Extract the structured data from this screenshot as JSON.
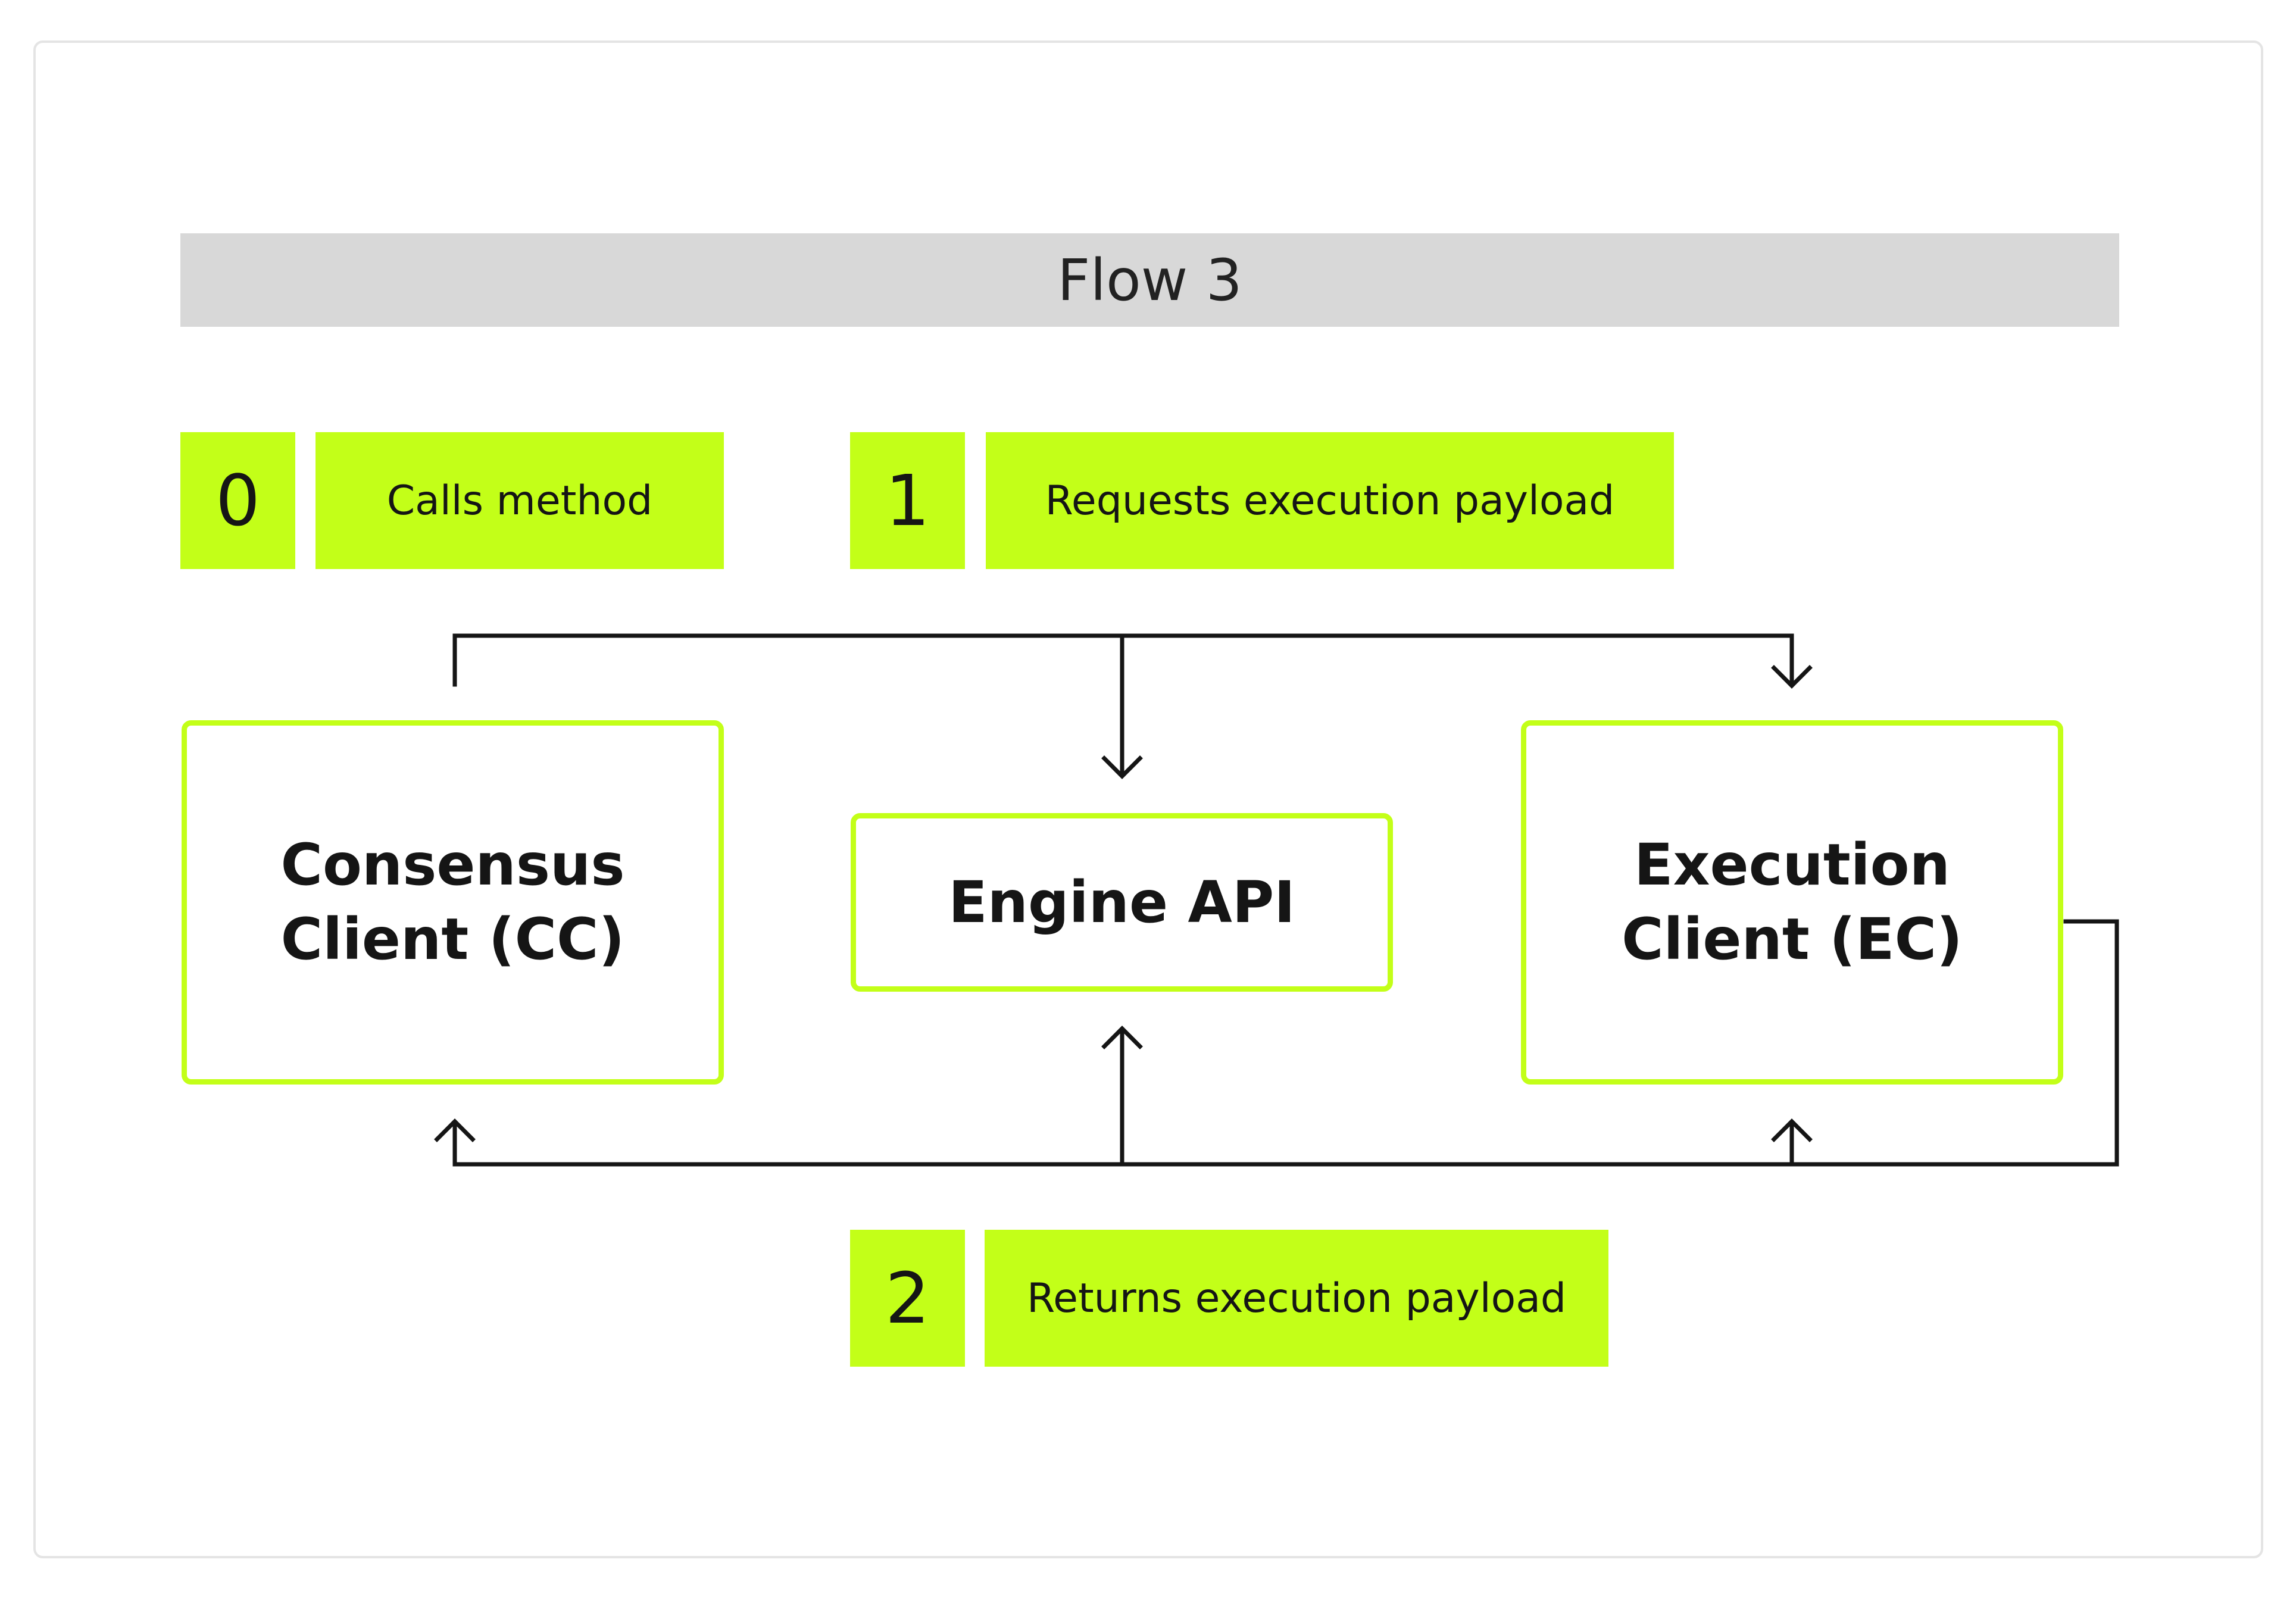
{
  "diagram": {
    "title": "Flow 3",
    "steps": [
      {
        "number": "0",
        "label": "Calls method"
      },
      {
        "number": "1",
        "label": "Requests execution payload"
      },
      {
        "number": "2",
        "label": "Returns execution payload"
      }
    ],
    "nodes": {
      "consensus": {
        "line1": "Consensus",
        "line2": "Client (CC)"
      },
      "engine": {
        "label": "Engine API"
      },
      "execution": {
        "line1": "Execution",
        "line2": "Client (EC)"
      }
    },
    "edges": [
      {
        "from": "Consensus Client (CC)",
        "to": "Engine API",
        "step": "1"
      },
      {
        "from": "Consensus Client (CC)",
        "to": "Execution Client (EC)",
        "step": "1"
      },
      {
        "from": "Execution Client (EC)",
        "to": "Engine API",
        "step": "2"
      },
      {
        "from": "Execution Client (EC)",
        "to": "Consensus Client (CC)",
        "step": "2"
      },
      {
        "from": "Execution Client (EC)",
        "to": "Execution Client (EC)",
        "step": "2"
      }
    ],
    "colors": {
      "accent": "#c3ff18",
      "title_bar": "#d8d8d8",
      "line": "#151515"
    }
  }
}
